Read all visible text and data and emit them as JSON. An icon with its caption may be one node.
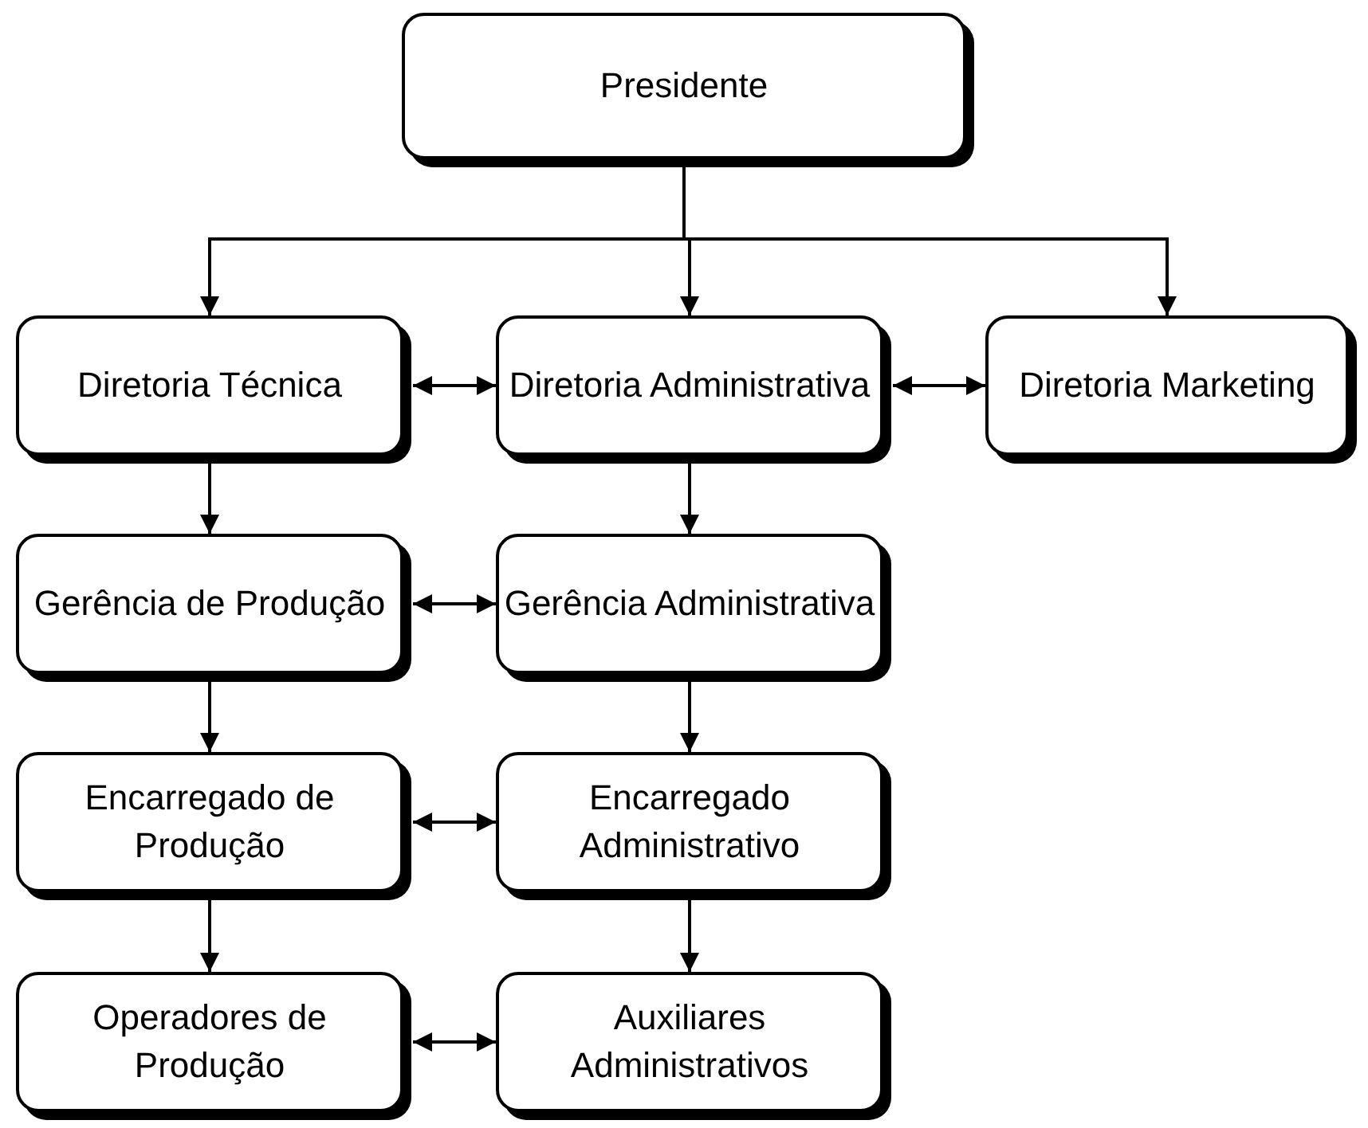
{
  "diagram": {
    "nodes": [
      {
        "text": [
          "Presidente"
        ]
      },
      {
        "text": [
          "Diretoria Técnica"
        ]
      },
      {
        "text": [
          "Diretoria Administrativa"
        ]
      },
      {
        "text": [
          "Diretoria Marketing"
        ]
      },
      {
        "text": [
          "Gerência de Produção"
        ]
      },
      {
        "text": [
          "Gerência Administrativa"
        ]
      },
      {
        "text": [
          "Encarregado de Produção"
        ]
      },
      {
        "text": [
          "Encarregado Administrativo"
        ]
      },
      {
        "text": [
          "Operadores de Produção"
        ]
      },
      {
        "text": [
          "Auxiliares Administrativos"
        ]
      }
    ],
    "edges": [
      {
        "from": 0,
        "to": 1,
        "arrow": "to"
      },
      {
        "from": 0,
        "to": 2,
        "arrow": "to"
      },
      {
        "from": 0,
        "to": 3,
        "arrow": "to"
      },
      {
        "from": 1,
        "to": 2,
        "arrow": "both"
      },
      {
        "from": 2,
        "to": 3,
        "arrow": "both"
      },
      {
        "from": 1,
        "to": 4,
        "arrow": "to"
      },
      {
        "from": 2,
        "to": 5,
        "arrow": "to"
      },
      {
        "from": 4,
        "to": 5,
        "arrow": "both"
      },
      {
        "from": 4,
        "to": 6,
        "arrow": "to"
      },
      {
        "from": 5,
        "to": 7,
        "arrow": "to"
      },
      {
        "from": 6,
        "to": 7,
        "arrow": "both"
      },
      {
        "from": 6,
        "to": 8,
        "arrow": "to"
      },
      {
        "from": 7,
        "to": 9,
        "arrow": "to"
      },
      {
        "from": 8,
        "to": 9,
        "arrow": "both"
      }
    ]
  }
}
